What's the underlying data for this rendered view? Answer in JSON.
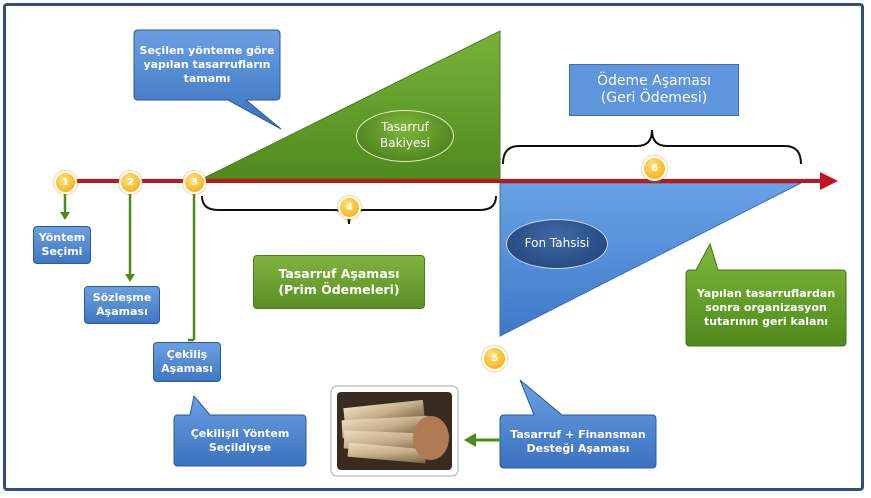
{
  "colors": {
    "frame": "#2f4f7f",
    "timeline": "#c0151c",
    "green": "#6a9e30",
    "blue": "#5b93dc",
    "badge": "#f5b400",
    "callout_blue": "#4a82cc",
    "callout_green": "#5e9a22"
  },
  "steps": {
    "s1": "1",
    "s2": "2",
    "s3": "3",
    "s4": "4",
    "s5": "5",
    "s6": "6"
  },
  "labels": {
    "yontem": "Yöntem\nSeçimi",
    "sozlesme": "Sözleşme\nAşaması",
    "cekilis": "Çekiliş\nAşaması",
    "cekilisli": "Çekilişli Yöntem\nSeçildiyse",
    "tasarruf_asamasi": "Tasarruf Aşaması\n(Prim Ödemeleri)",
    "odeme_asamasi": "Ödeme Aşaması\n(Geri Ödemesi)",
    "tasarruf_bakiyesi": "Tasarruf\nBakiyesi",
    "fon_tahsisi": "Fon Tahsisi",
    "secilen_callout": "Seçilen yönteme göre\nyapılan tasarrufların\ntamamı",
    "yapilan_callout": "Yapılan tasarruflardan\nsonra organizasyon\ntutarının geri kalanı",
    "finansman_callout": "Tasarruf + Finansman\nDesteği Aşaması"
  },
  "icons": {
    "money": "money-photo-icon",
    "arrow": "timeline-arrow-icon"
  }
}
